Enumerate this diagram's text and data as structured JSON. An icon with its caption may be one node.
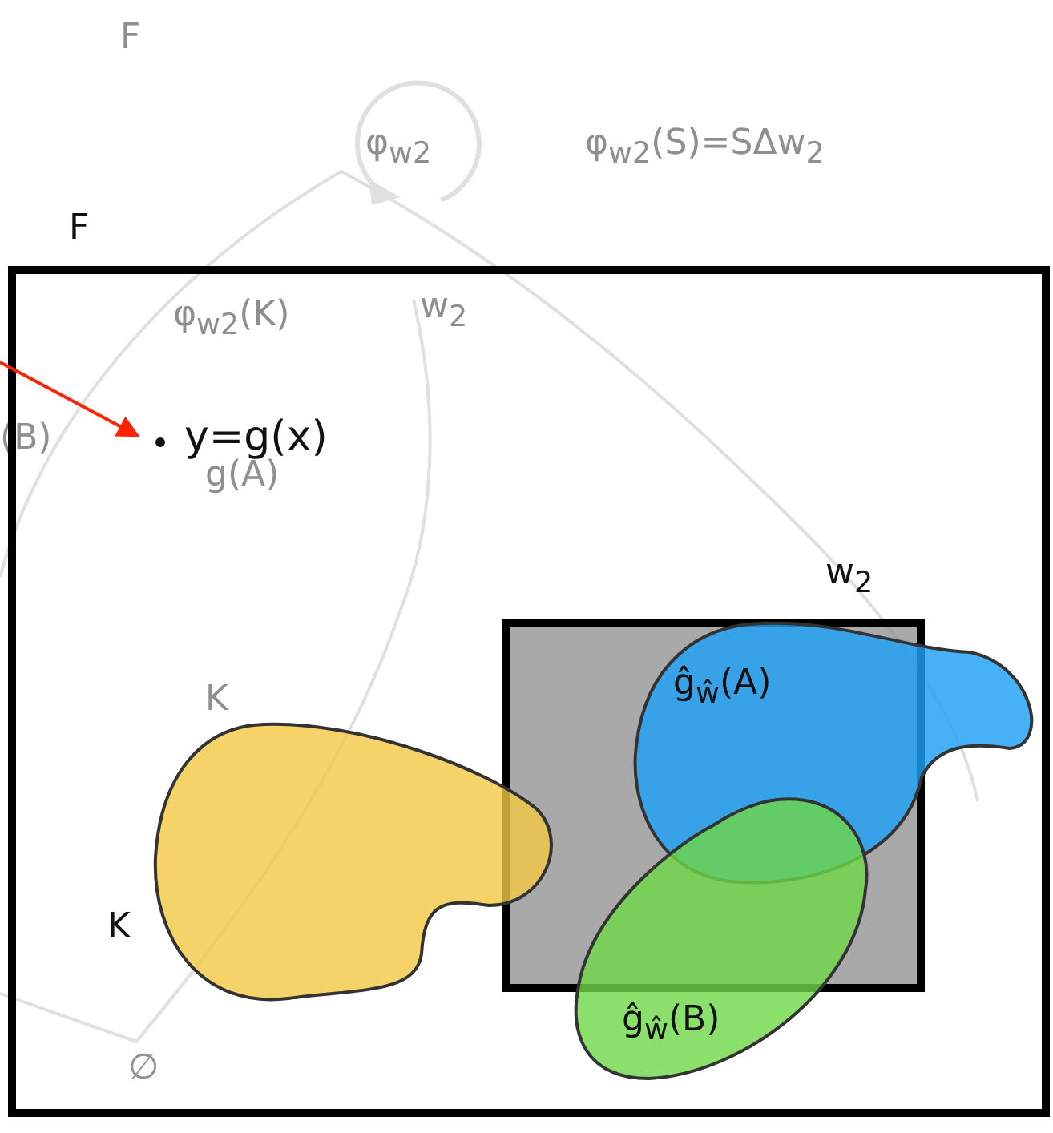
{
  "diagram": {
    "nodes": [
      {
        "text": [
          "F"
        ]
      },
      {
        "text": [
          "w$_{2}$"
        ],
        "in": 0
      },
      {
        "text": [
          "K"
        ],
        "in": 0
      },
      {
        "text": [
          "ĝ$_{ŵ}$(A)"
        ],
        "in": 0
      },
      {
        "text": [
          "ĝ$_{ŵ}$(B)"
        ],
        "in": 0
      },
      {
        "text": [
          "y=g(x)"
        ],
        "in": 0
      }
    ],
    "edges": [
      {
        "from": null,
        "to": 5,
        "arrow": "to",
        "color": "#ff2200"
      }
    ],
    "labels": [
      "F",
      "φ$_{w2}$",
      "φ$_{w2}$(S)=SΔw$_{2}$",
      "φ$_{w2}$(K)",
      "w$_{2}$",
      "(B)",
      "g(A)",
      "K",
      "∅"
    ]
  }
}
